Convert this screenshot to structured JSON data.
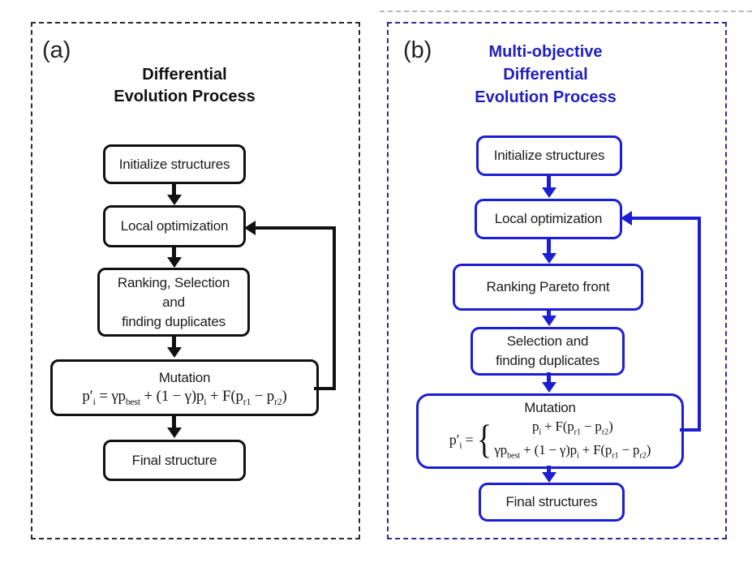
{
  "panel_a": {
    "label": "(a)",
    "title_lines": [
      "Differential",
      "Evolution Process"
    ],
    "boxes": {
      "initialize": "Initialize structures",
      "local_optimization": "Local optimization",
      "ranking_lines": [
        "Ranking, Selection",
        "and",
        "finding duplicates"
      ],
      "mutation_title": "Mutation",
      "final": "Final structure"
    },
    "mutation_formula": [
      {
        "t": "p′"
      },
      {
        "sub": "i"
      },
      {
        "t": " = γp"
      },
      {
        "sub": "best"
      },
      {
        "t": " + (1 − γ)p"
      },
      {
        "sub": "i"
      },
      {
        "t": " + F(p"
      },
      {
        "sub": "r1"
      },
      {
        "t": " − p"
      },
      {
        "sub": "r2"
      },
      {
        "t": ")"
      }
    ]
  },
  "panel_b": {
    "label": "(b)",
    "title_lines": [
      "Multi-objective",
      "Differential",
      "Evolution Process"
    ],
    "boxes": {
      "initialize": "Initialize structures",
      "local_optimization": "Local optimization",
      "ranking": "Ranking Pareto front",
      "selection_lines": [
        "Selection and",
        "finding duplicates"
      ],
      "mutation_title": "Mutation",
      "final": "Final structures"
    },
    "brace": "{",
    "mutation_prefix": [
      {
        "t": "p′"
      },
      {
        "sub": "i"
      },
      {
        "t": " = "
      }
    ],
    "mutation_cases": {
      "case1": [
        {
          "t": "p"
        },
        {
          "sub": "i"
        },
        {
          "t": " + F(p"
        },
        {
          "sub": "r1"
        },
        {
          "t": " − p"
        },
        {
          "sub": "r2"
        },
        {
          "t": ")"
        }
      ],
      "case2": [
        {
          "t": "γp"
        },
        {
          "sub": "best"
        },
        {
          "t": " + (1 − γ)p"
        },
        {
          "sub": "i"
        },
        {
          "t": " + F(p"
        },
        {
          "sub": "r1"
        },
        {
          "t": " − p"
        },
        {
          "sub": "r2"
        },
        {
          "t": ")"
        }
      ]
    }
  },
  "colors": {
    "line_black": "#111111",
    "line_blue": "#1b1ed6",
    "title_blue": "#1f1fbe",
    "panel_b_border": "#2c2c99"
  }
}
